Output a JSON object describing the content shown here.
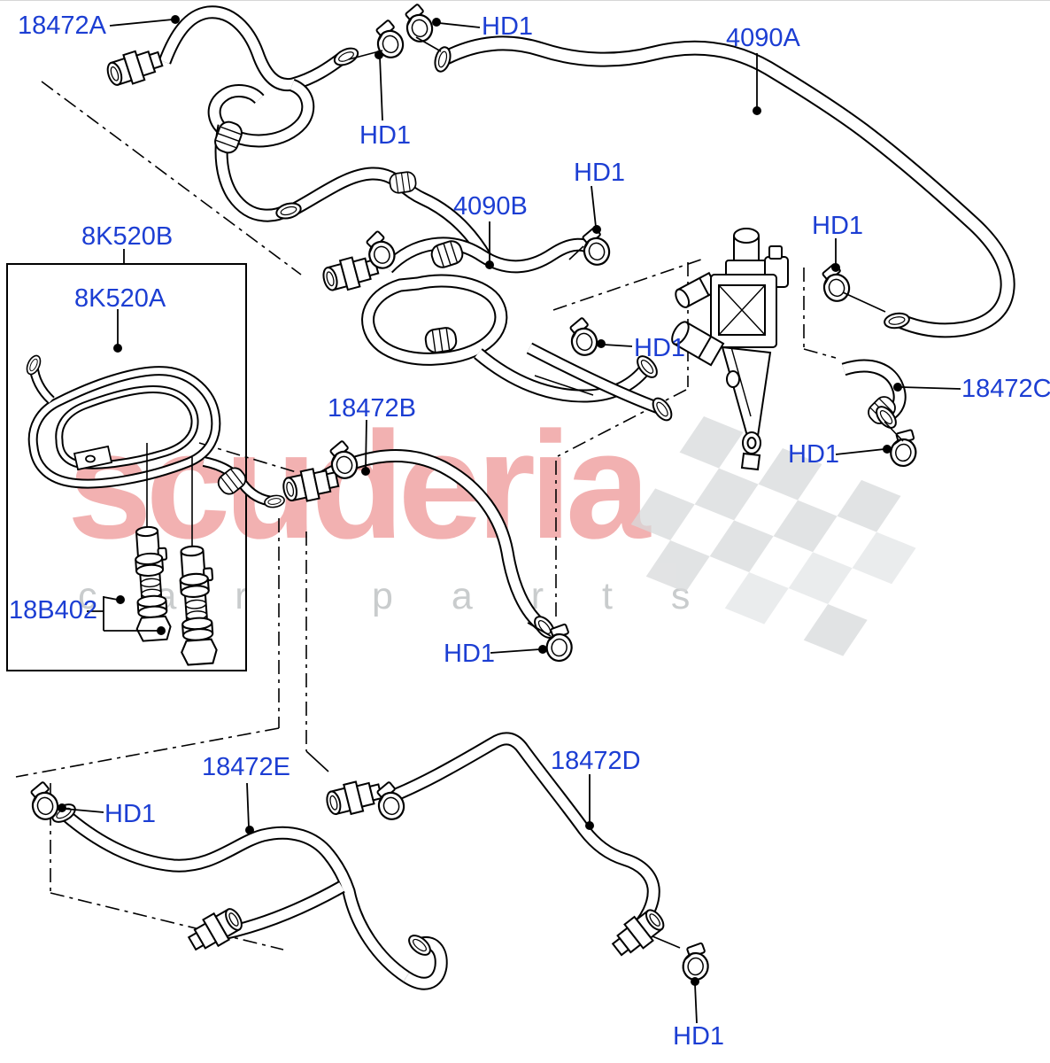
{
  "diagram": {
    "kind": "exploded-parts-diagram",
    "labels": [
      {
        "text": "18472A"
      },
      {
        "text": "HD1"
      },
      {
        "text": "4090A"
      },
      {
        "text": "HD1"
      },
      {
        "text": "4090B"
      },
      {
        "text": "HD1"
      },
      {
        "text": "8K520B"
      },
      {
        "text": "HD1"
      },
      {
        "text": "8K520A"
      },
      {
        "text": "HD1"
      },
      {
        "text": "18472C"
      },
      {
        "text": "18472B"
      },
      {
        "text": "HD1"
      },
      {
        "text": "18B402"
      },
      {
        "text": "HD1"
      },
      {
        "text": "18472E"
      },
      {
        "text": "18472D"
      },
      {
        "text": "HD1"
      },
      {
        "text": "HD1"
      }
    ],
    "part_numbers": [
      "18472A",
      "4090A",
      "4090B",
      "8K520A",
      "8K520B",
      "18B402",
      "18472B",
      "18472C",
      "18472D",
      "18472E",
      "HD1"
    ]
  },
  "watermark": {
    "brand": "scuderia",
    "left_word": "c a r",
    "right_word": "p a r t s"
  },
  "colors": {
    "label": "#1c3ed3",
    "line": "#000000",
    "watermark_brand": "#f2b1b1",
    "watermark_words": "#c9cccd",
    "flag": "#d8dadb"
  }
}
